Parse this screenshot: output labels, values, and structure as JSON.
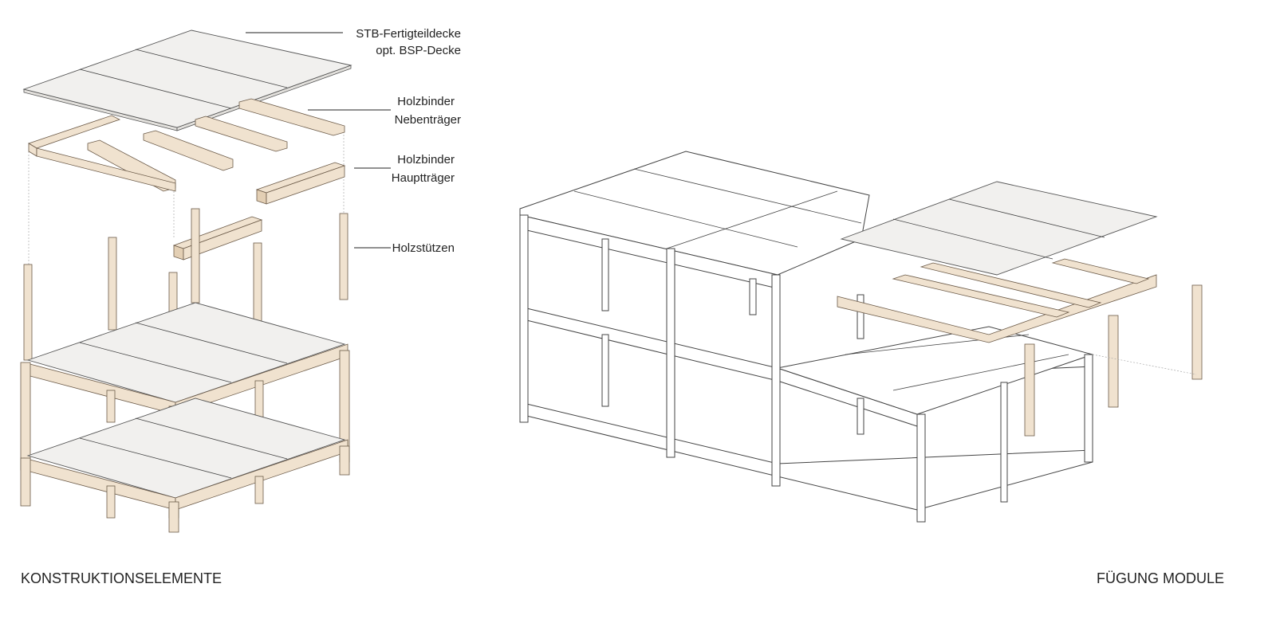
{
  "labels": {
    "slab_line1": "STB-Fertigteildecke",
    "slab_line2": "opt. BSP-Decke",
    "secondary_line1": "Holzbinder",
    "secondary_line2": "Nebenträger",
    "main_line1": "Holzbinder",
    "main_line2": "Hauptträger",
    "columns": "Holzstützen"
  },
  "captions": {
    "left": "KONSTRUKTIONSELEMENTE",
    "right": "FÜGUNG MODULE"
  }
}
